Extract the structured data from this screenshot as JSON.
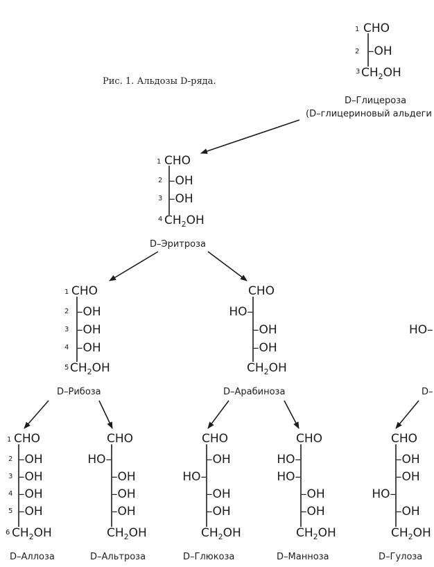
{
  "figure_caption": "Рис. 1. Альдозы D-ряда.",
  "compounds": {
    "glyceraldehyde": {
      "name": "D–Глицероза",
      "alt_name": "(D–глицериновый альдеги",
      "top": "CHO",
      "mid": [
        "–OH"
      ],
      "bottom": "CH",
      "bottom_tail": "OH",
      "numbers": [
        "1",
        "2",
        "3"
      ]
    },
    "erythrose": {
      "name": "D–Эритроза",
      "top": "CHO",
      "mid": [
        "–OH",
        "–OH"
      ],
      "bottom": "CH",
      "bottom_tail": "OH",
      "numbers": [
        "1",
        "2",
        "3",
        "4"
      ]
    },
    "ribose": {
      "name": "D–Рибоза",
      "top": "CHO",
      "mid": [
        "–OH",
        "–OH",
        "–OH"
      ],
      "bottom": "CH",
      "bottom_tail": "OH",
      "numbers": [
        "1",
        "2",
        "3",
        "4",
        "5"
      ]
    },
    "arabinose": {
      "name": "D–Арабиноза",
      "top": "CHO",
      "mid": [
        "HO–",
        "–OH",
        "–OH"
      ],
      "bottom": "CH",
      "bottom_tail": "OH"
    },
    "allose": {
      "name": "D–Аллоза",
      "top": "CHO",
      "mid": [
        "–OH",
        "–OH",
        "–OH",
        "–OH"
      ],
      "bottom": "CH",
      "bottom_tail": "OH",
      "numbers": [
        "1",
        "2",
        "3",
        "4",
        "5",
        "6"
      ]
    },
    "altrose": {
      "name": "D–Альтроза",
      "top": "CHO",
      "mid": [
        "HO–",
        "–OH",
        "–OH",
        "–OH"
      ],
      "bottom": "CH",
      "bottom_tail": "OH"
    },
    "glucose": {
      "name": "D–Глюкоза",
      "top": "CHO",
      "mid": [
        "–OH",
        "HO–",
        "–OH",
        "–OH"
      ],
      "bottom": "CH",
      "bottom_tail": "OH"
    },
    "mannose": {
      "name": "D–Манноза",
      "top": "CHO",
      "mid": [
        "HO–",
        "HO–",
        "–OH",
        "–OH"
      ],
      "bottom": "CH",
      "bottom_tail": "OH"
    },
    "gulose": {
      "name": "D–Гулоза",
      "top": "CHO",
      "mid": [
        "–OH",
        "–OH",
        "HO–",
        "–OH"
      ],
      "bottom": "CH",
      "bottom_tail": "OH"
    }
  },
  "cut_fragments": {
    "ho": "HO–",
    "d_dash": "D–"
  }
}
